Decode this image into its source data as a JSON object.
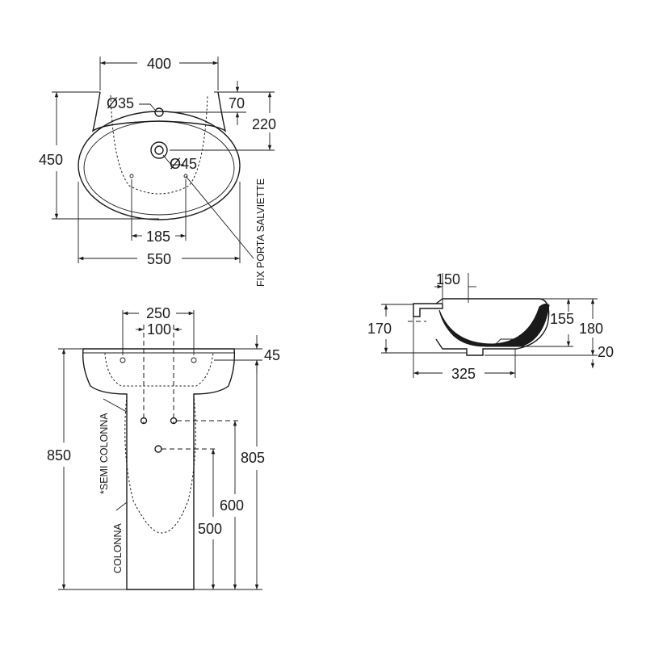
{
  "top_view": {
    "width_top": "400",
    "offset_hole": "70",
    "depth_to_drain": "220",
    "total_depth": "450",
    "tap_hole": "Ø35",
    "drain_hole": "Ø45",
    "fix_spacing": "185",
    "total_width": "550",
    "towel_fix_note": "FIX PORTA SALVIETTE"
  },
  "front_view": {
    "fixing_spacing": "250",
    "supply_spacing": "100",
    "rim_offset": "45",
    "total_height": "850",
    "rim_height": "805",
    "supply_height": "600",
    "drain_height": "500",
    "semi_column_label": "*SEMI COLONNA",
    "column_label": "COLONNA"
  },
  "side_view": {
    "wall_offset": "150",
    "height_left": "170",
    "bowl_depth": "155",
    "total_height": "180",
    "base_offset": "20",
    "projection": "325"
  }
}
